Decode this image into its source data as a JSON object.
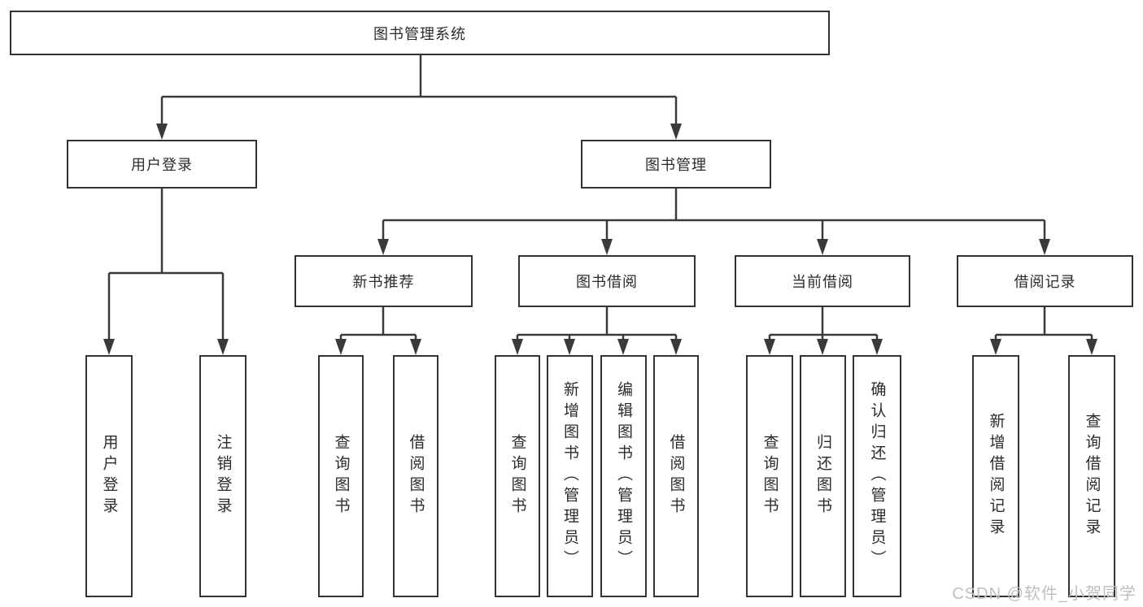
{
  "tree": {
    "root": {
      "label": "图书管理系统",
      "children": [
        {
          "label": "用户登录",
          "children": [
            {
              "label": "用户登录"
            },
            {
              "label": "注销登录"
            }
          ]
        },
        {
          "label": "图书管理",
          "children": [
            {
              "label": "新书推荐",
              "children": [
                {
                  "label": "查询图书"
                },
                {
                  "label": "借阅图书"
                }
              ]
            },
            {
              "label": "图书借阅",
              "children": [
                {
                  "label": "查询图书"
                },
                {
                  "label": "新增图书（管理员）"
                },
                {
                  "label": "编辑图书（管理员）"
                },
                {
                  "label": "借阅图书"
                }
              ]
            },
            {
              "label": "当前借阅",
              "children": [
                {
                  "label": "查询图书"
                },
                {
                  "label": "归还图书"
                },
                {
                  "label": "确认归还（管理员）"
                }
              ]
            },
            {
              "label": "借阅记录",
              "children": [
                {
                  "label": "新增借阅记录"
                },
                {
                  "label": "查询借阅记录"
                }
              ]
            }
          ]
        }
      ]
    }
  },
  "watermark": {
    "text": "CSDN @软件_小贺同学"
  },
  "colors": {
    "line": "#3a3a3a",
    "box-border": "#333333",
    "box-fill": "#ffffff",
    "text": "#2b2b2b",
    "watermark": "#bfbfbf",
    "background": "#ffffff"
  }
}
